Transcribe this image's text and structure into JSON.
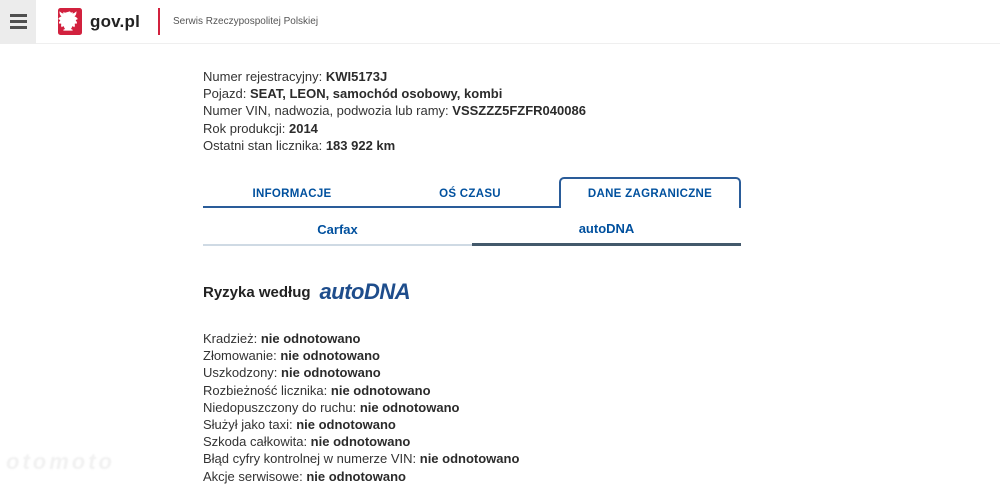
{
  "header": {
    "brand": "gov.pl",
    "tagline": "Serwis Rzeczypospolitej Polskiej"
  },
  "vehicle_info": {
    "items": [
      {
        "label": "Numer rejestracyjny: ",
        "value": "KWI5173J"
      },
      {
        "label": "Pojazd: ",
        "value": "SEAT, LEON, samochód osobowy, kombi"
      },
      {
        "label": "Numer VIN, nadwozia, podwozia lub ramy: ",
        "value": "VSSZZZ5FZFR040086"
      },
      {
        "label": "Rok produkcji: ",
        "value": "2014"
      },
      {
        "label": "Ostatni stan licznika: ",
        "value": "183 922 km"
      }
    ]
  },
  "tabs": [
    {
      "label": "INFORMACJE",
      "active": false
    },
    {
      "label": "OŚ CZASU",
      "active": false
    },
    {
      "label": "DANE ZAGRANICZNE",
      "active": true
    }
  ],
  "subtabs": [
    {
      "label": "Carfax",
      "active": false
    },
    {
      "label": "autoDNA",
      "active": true
    }
  ],
  "section": {
    "heading": "Ryzyka według",
    "logo_text": "autoDNA"
  },
  "risks": [
    {
      "label": "Kradzież: ",
      "value": "nie odnotowano"
    },
    {
      "label": "Złomowanie: ",
      "value": "nie odnotowano"
    },
    {
      "label": "Uszkodzony: ",
      "value": "nie odnotowano"
    },
    {
      "label": "Rozbieżność licznika: ",
      "value": "nie odnotowano"
    },
    {
      "label": "Niedopuszczony do ruchu: ",
      "value": "nie odnotowano"
    },
    {
      "label": "Służył jako taxi: ",
      "value": "nie odnotowano"
    },
    {
      "label": "Szkoda całkowita: ",
      "value": "nie odnotowano"
    },
    {
      "label": "Błąd cyfry kontrolnej w numerze VIN: ",
      "value": "nie odnotowano"
    },
    {
      "label": "Akcje serwisowe: ",
      "value": "nie odnotowano"
    }
  ],
  "watermark": "otomoto",
  "colors": {
    "accent_red": "#d2213e",
    "link_navy": "#00509e",
    "tab_border": "#2a5c99",
    "subtab_active_underline": "#43596b",
    "subtab_inactive_underline": "#cfdae4",
    "logo_navy": "#1e4d8c",
    "text": "#333333",
    "hamburger_bg": "#ececec"
  }
}
